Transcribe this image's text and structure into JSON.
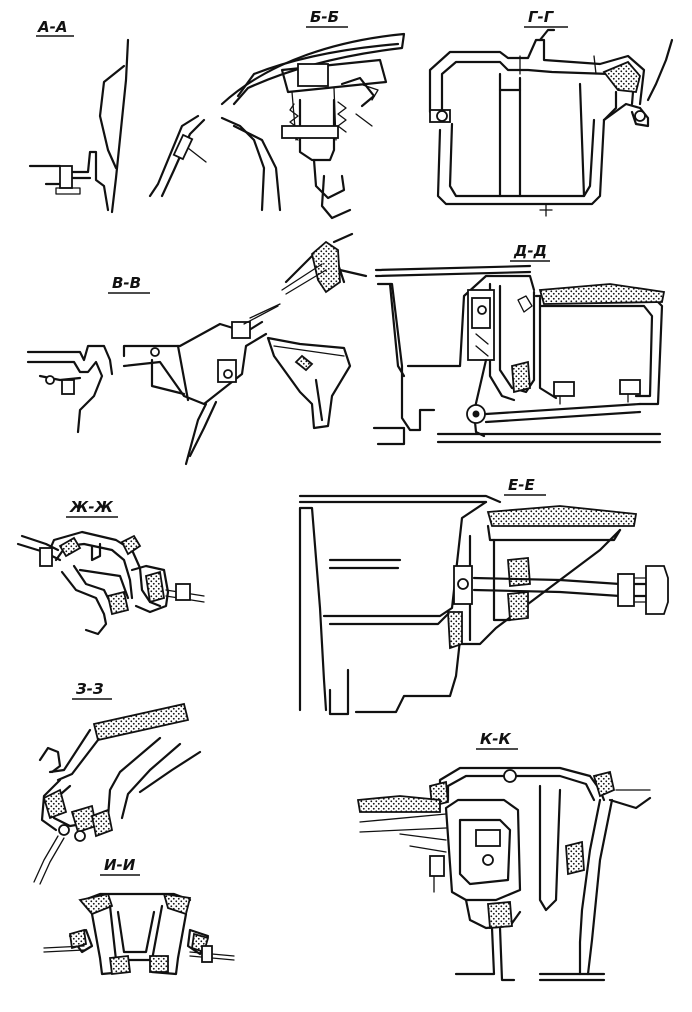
{
  "sections": {
    "aa": "A-A",
    "bb": "Б-Б",
    "gg": "Г-Г",
    "vv": "В-В",
    "dd": "Д-Д",
    "zhzh": "Ж-Ж",
    "ee": "Е-Е",
    "zz": "З-З",
    "kk": "К-К",
    "ii": "И-И"
  },
  "colors": {
    "ink": "#111111",
    "paper": "#ffffff"
  }
}
